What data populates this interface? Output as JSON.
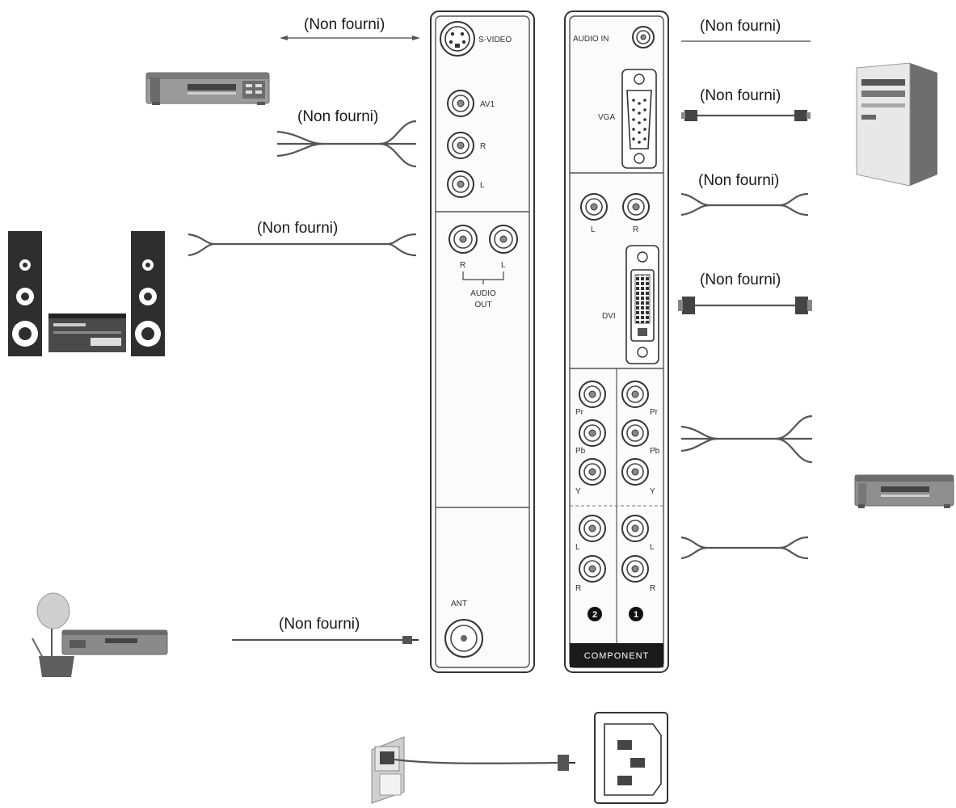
{
  "cable_labels": {
    "svideo": "(Non fourni)",
    "av1": "(Non fourni)",
    "audio_out": "(Non fourni)",
    "antenna": "(Non fourni)",
    "audio_in": "(Non fourni)",
    "vga": "(Non fourni)",
    "pc_audio": "(Non fourni)",
    "dvi": "(Non fourni)"
  },
  "left_panel": {
    "svideo": "S-VIDEO",
    "av1": "AV1",
    "r": "R",
    "l": "L",
    "audio_out_r": "R",
    "audio_out_l": "L",
    "audio_out_1": "AUDIO",
    "audio_out_2": "OUT",
    "ant": "ANT"
  },
  "right_panel": {
    "audio_in": "AUDIO IN",
    "vga": "VGA",
    "l": "L",
    "r": "R",
    "dvi": "DVI",
    "pr2": "Pr",
    "pb2": "Pb",
    "y2": "Y",
    "l2": "L",
    "r2": "R",
    "pr1": "Pr",
    "pb1": "Pb",
    "y1": "Y",
    "l1": "L",
    "r1": "R",
    "num2": "2",
    "num1": "1",
    "component": "COMPONENT"
  }
}
